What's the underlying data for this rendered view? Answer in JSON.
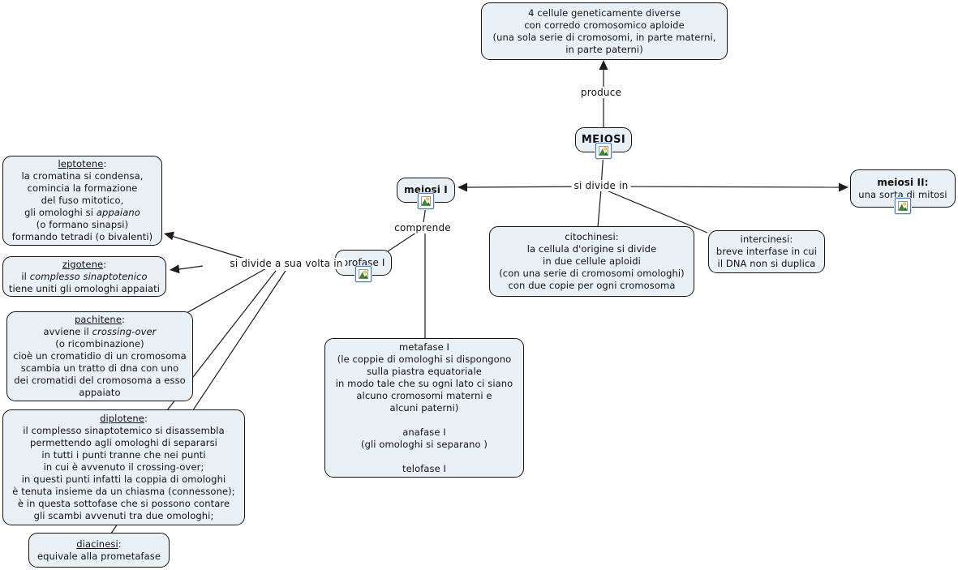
{
  "links": {
    "produce": "produce",
    "si_divide_in": "si divide in",
    "comprende": "comprende",
    "si_divide_a_sua_volta_in": "si divide a sua volta in"
  },
  "punctuation": {
    "colon": ":"
  },
  "nodes": {
    "cells": {
      "lines": [
        "4 cellule geneticamente diverse",
        "con corredo cromosomico aploide",
        "(una sola serie di cromosomi, in parte materni,",
        "in parte paterni)"
      ]
    },
    "meiosi": {
      "title": "MEIOSI"
    },
    "meiosi1": {
      "title": "meiosi I"
    },
    "meiosi2": {
      "title": "meiosi II:",
      "subtitle": "una sorta di mitosi"
    },
    "citochinesi": {
      "lines": [
        "citochinesi:",
        "la cellula d'origine si divide",
        "in due cellule aploidi",
        "(con una serie di cromosomi omologhi)",
        "con due copie per ogni cromosoma"
      ]
    },
    "intercinesi": {
      "lines": [
        "intercinesi:",
        "breve interfase in cui",
        "il DNA non si duplica"
      ]
    },
    "profase1": {
      "title": "profase I"
    },
    "metafase": {
      "lines": [
        "metafase I",
        "(le coppie di omologhi si dispongono",
        "sulla piastra equatoriale",
        "in modo tale che su ogni lato ci siano",
        "alcuno cromosomi materni e",
        "alcuni paterni)",
        "",
        "anafase I",
        "(gli omologhi si separano )",
        "",
        "telofase I"
      ]
    },
    "leptotene": {
      "title": "leptotene",
      "l1": "la cromatina si condensa,",
      "l2": "comincia la formazione",
      "l3": "del fuso mitotico,",
      "l4a": "gli omologhi si ",
      "l4b": "appaiano",
      "l5": "(o formano sinapsi)",
      "l6": "formando tetradi (o bivalenti)"
    },
    "zigotene": {
      "title": "zigotene",
      "l1a": "il ",
      "l1b": "complesso sinaptotenico",
      "l2": "tiene uniti gli omologhi appaiati"
    },
    "pachitene": {
      "title": "pachitene",
      "l1a": "avviene il ",
      "l1b": "crossing-over",
      "l2": "(o ricombinazione)",
      "l3": "cioè un cromatidio di un cromosoma",
      "l4": "scambia un tratto di dna con uno",
      "l5": "dei cromatidi del cromosoma a esso",
      "l6": "appaiato"
    },
    "diplotene": {
      "title": "diplotene",
      "lines": [
        "il complesso sinaptotemico si disassembla",
        "permettendo agli omologhi di separarsi",
        "in tutti i punti tranne che nei punti",
        "in cui è avvenuto il crossing-over;",
        "in questi punti infatti la coppia di omologhi",
        "è tenuta insieme da un chiasma (connessone);",
        "è in questa sottofase che si possono contare",
        "gli scambi avvenuti tra due omologhi;"
      ]
    },
    "diacinesi": {
      "title": "diacinesi",
      "l1": "equivale alla prometafase"
    }
  },
  "edges": [
    {
      "from": "meiosi",
      "label": "produce",
      "to": "cells",
      "arrowhead": true
    },
    {
      "from": "meiosi",
      "label": "si divide in",
      "to": "meiosi1",
      "arrowhead": true
    },
    {
      "from": "meiosi",
      "label": "si divide in",
      "to": "meiosi2",
      "arrowhead": true
    },
    {
      "from": "meiosi",
      "label": "si divide in",
      "to": "citochinesi",
      "arrowhead": false
    },
    {
      "from": "meiosi",
      "label": "si divide in",
      "to": "intercinesi",
      "arrowhead": false
    },
    {
      "from": "meiosi1",
      "label": "comprende",
      "to": "profase1",
      "arrowhead": false
    },
    {
      "from": "meiosi1",
      "label": "comprende",
      "to": "metafase",
      "arrowhead": false
    },
    {
      "from": "profase1",
      "label": "si divide a sua volta in",
      "to": "leptotene",
      "arrowhead": true
    },
    {
      "from": "profase1",
      "label": "si divide a sua volta in",
      "to": "zigotene",
      "arrowhead": true
    },
    {
      "from": "profase1",
      "label": "si divide a sua volta in",
      "to": "pachitene",
      "arrowhead": false
    },
    {
      "from": "profase1",
      "label": "si divide a sua volta in",
      "to": "diplotene",
      "arrowhead": false
    },
    {
      "from": "profase1",
      "label": "si divide a sua volta in",
      "to": "diacinesi",
      "arrowhead": false
    }
  ],
  "colors": {
    "node_fill": "#eaf1f6",
    "node_border": "#141414",
    "wire": "#1c1c1c",
    "icon_border": "#4d7fbe",
    "background": "#ffffff"
  }
}
